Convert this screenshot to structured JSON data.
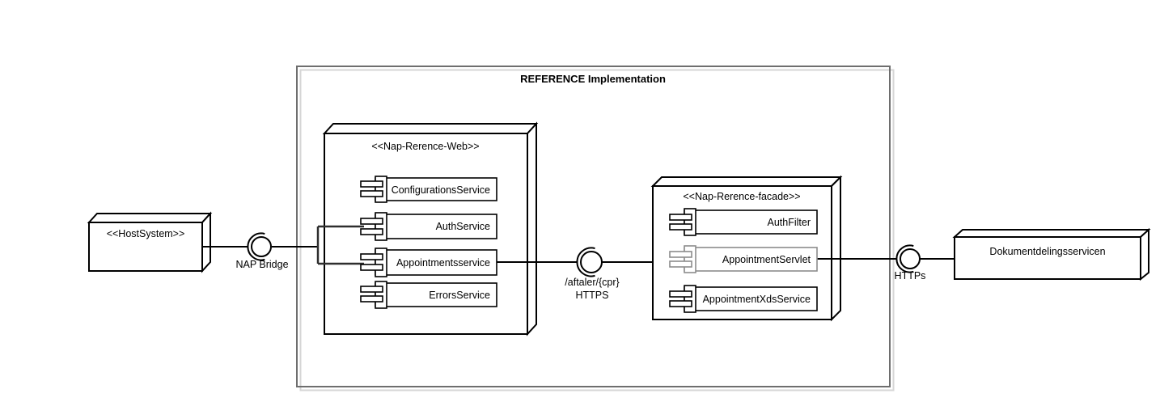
{
  "diagram": {
    "frame": {
      "title": "REFERENCE Implementation"
    },
    "nodes": {
      "host": {
        "label": "<<HostSystem>>"
      },
      "web": {
        "label": "<<Nap-Rerence-Web>>",
        "components": [
          {
            "label": "ConfigurationsService"
          },
          {
            "label": "AuthService"
          },
          {
            "label": "Appointmentsservice"
          },
          {
            "label": "ErrorsService"
          }
        ]
      },
      "facade": {
        "label": "<<Nap-Rerence-facade>>",
        "components": [
          {
            "label": "AuthFilter"
          },
          {
            "label": "AppointmentServlet"
          },
          {
            "label": "AppointmentXdsService"
          }
        ]
      },
      "doc": {
        "label": "Dokumentdelingsservicen"
      }
    },
    "interfaces": {
      "nap": {
        "label": "NAP Bridge"
      },
      "aftaler": {
        "label_line1": "/aftaler/{cpr}",
        "label_line2": "HTTPS"
      },
      "https": {
        "label": "HTTPs"
      }
    },
    "colors": {
      "line": "#000000",
      "frame_dark": "#6e6e6e",
      "frame_light": "#d6d6d6",
      "muted_component": "#8c8c8c"
    }
  }
}
